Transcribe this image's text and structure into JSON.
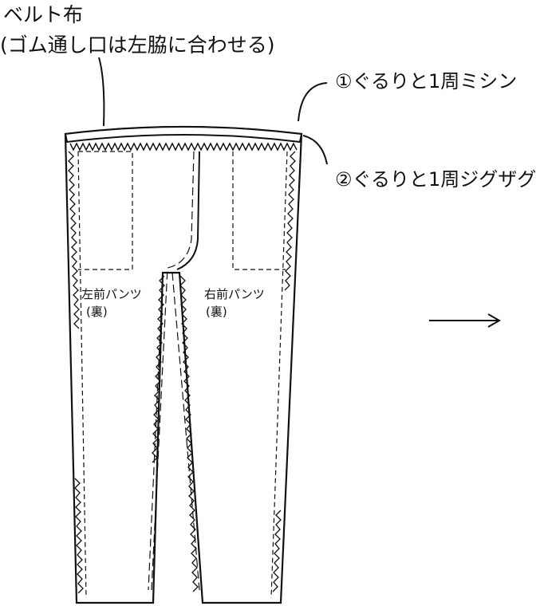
{
  "labels": {
    "belt": "ベルト布",
    "belt_note": "(ゴム通し口は左脇に合わせる)",
    "step1": "①ぐるりと1周ミシン",
    "step2": "②ぐるりと1周ジグザグ",
    "left_panel": "左前パンツ",
    "left_side": "(裏)",
    "right_panel": "右前パンツ",
    "right_side": "(裏)"
  },
  "colors": {
    "line": "#111111",
    "background": "#ffffff"
  },
  "icons": [
    "arrow-right-icon"
  ]
}
